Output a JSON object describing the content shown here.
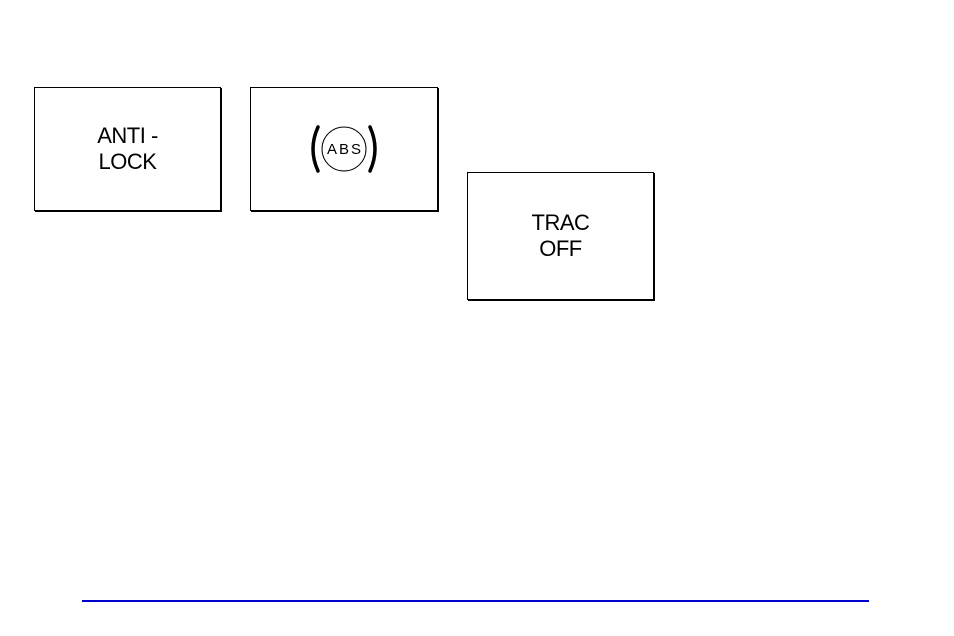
{
  "panels": {
    "antilock": {
      "line1": "ANTI -",
      "line2": "LOCK"
    },
    "abs": {
      "symbol_text": "ABS",
      "icon": "abs-warning-icon"
    },
    "trac": {
      "line1": "TRAC",
      "line2": "OFF"
    }
  },
  "colors": {
    "rule": "#0000cc",
    "ink": "#000000"
  }
}
